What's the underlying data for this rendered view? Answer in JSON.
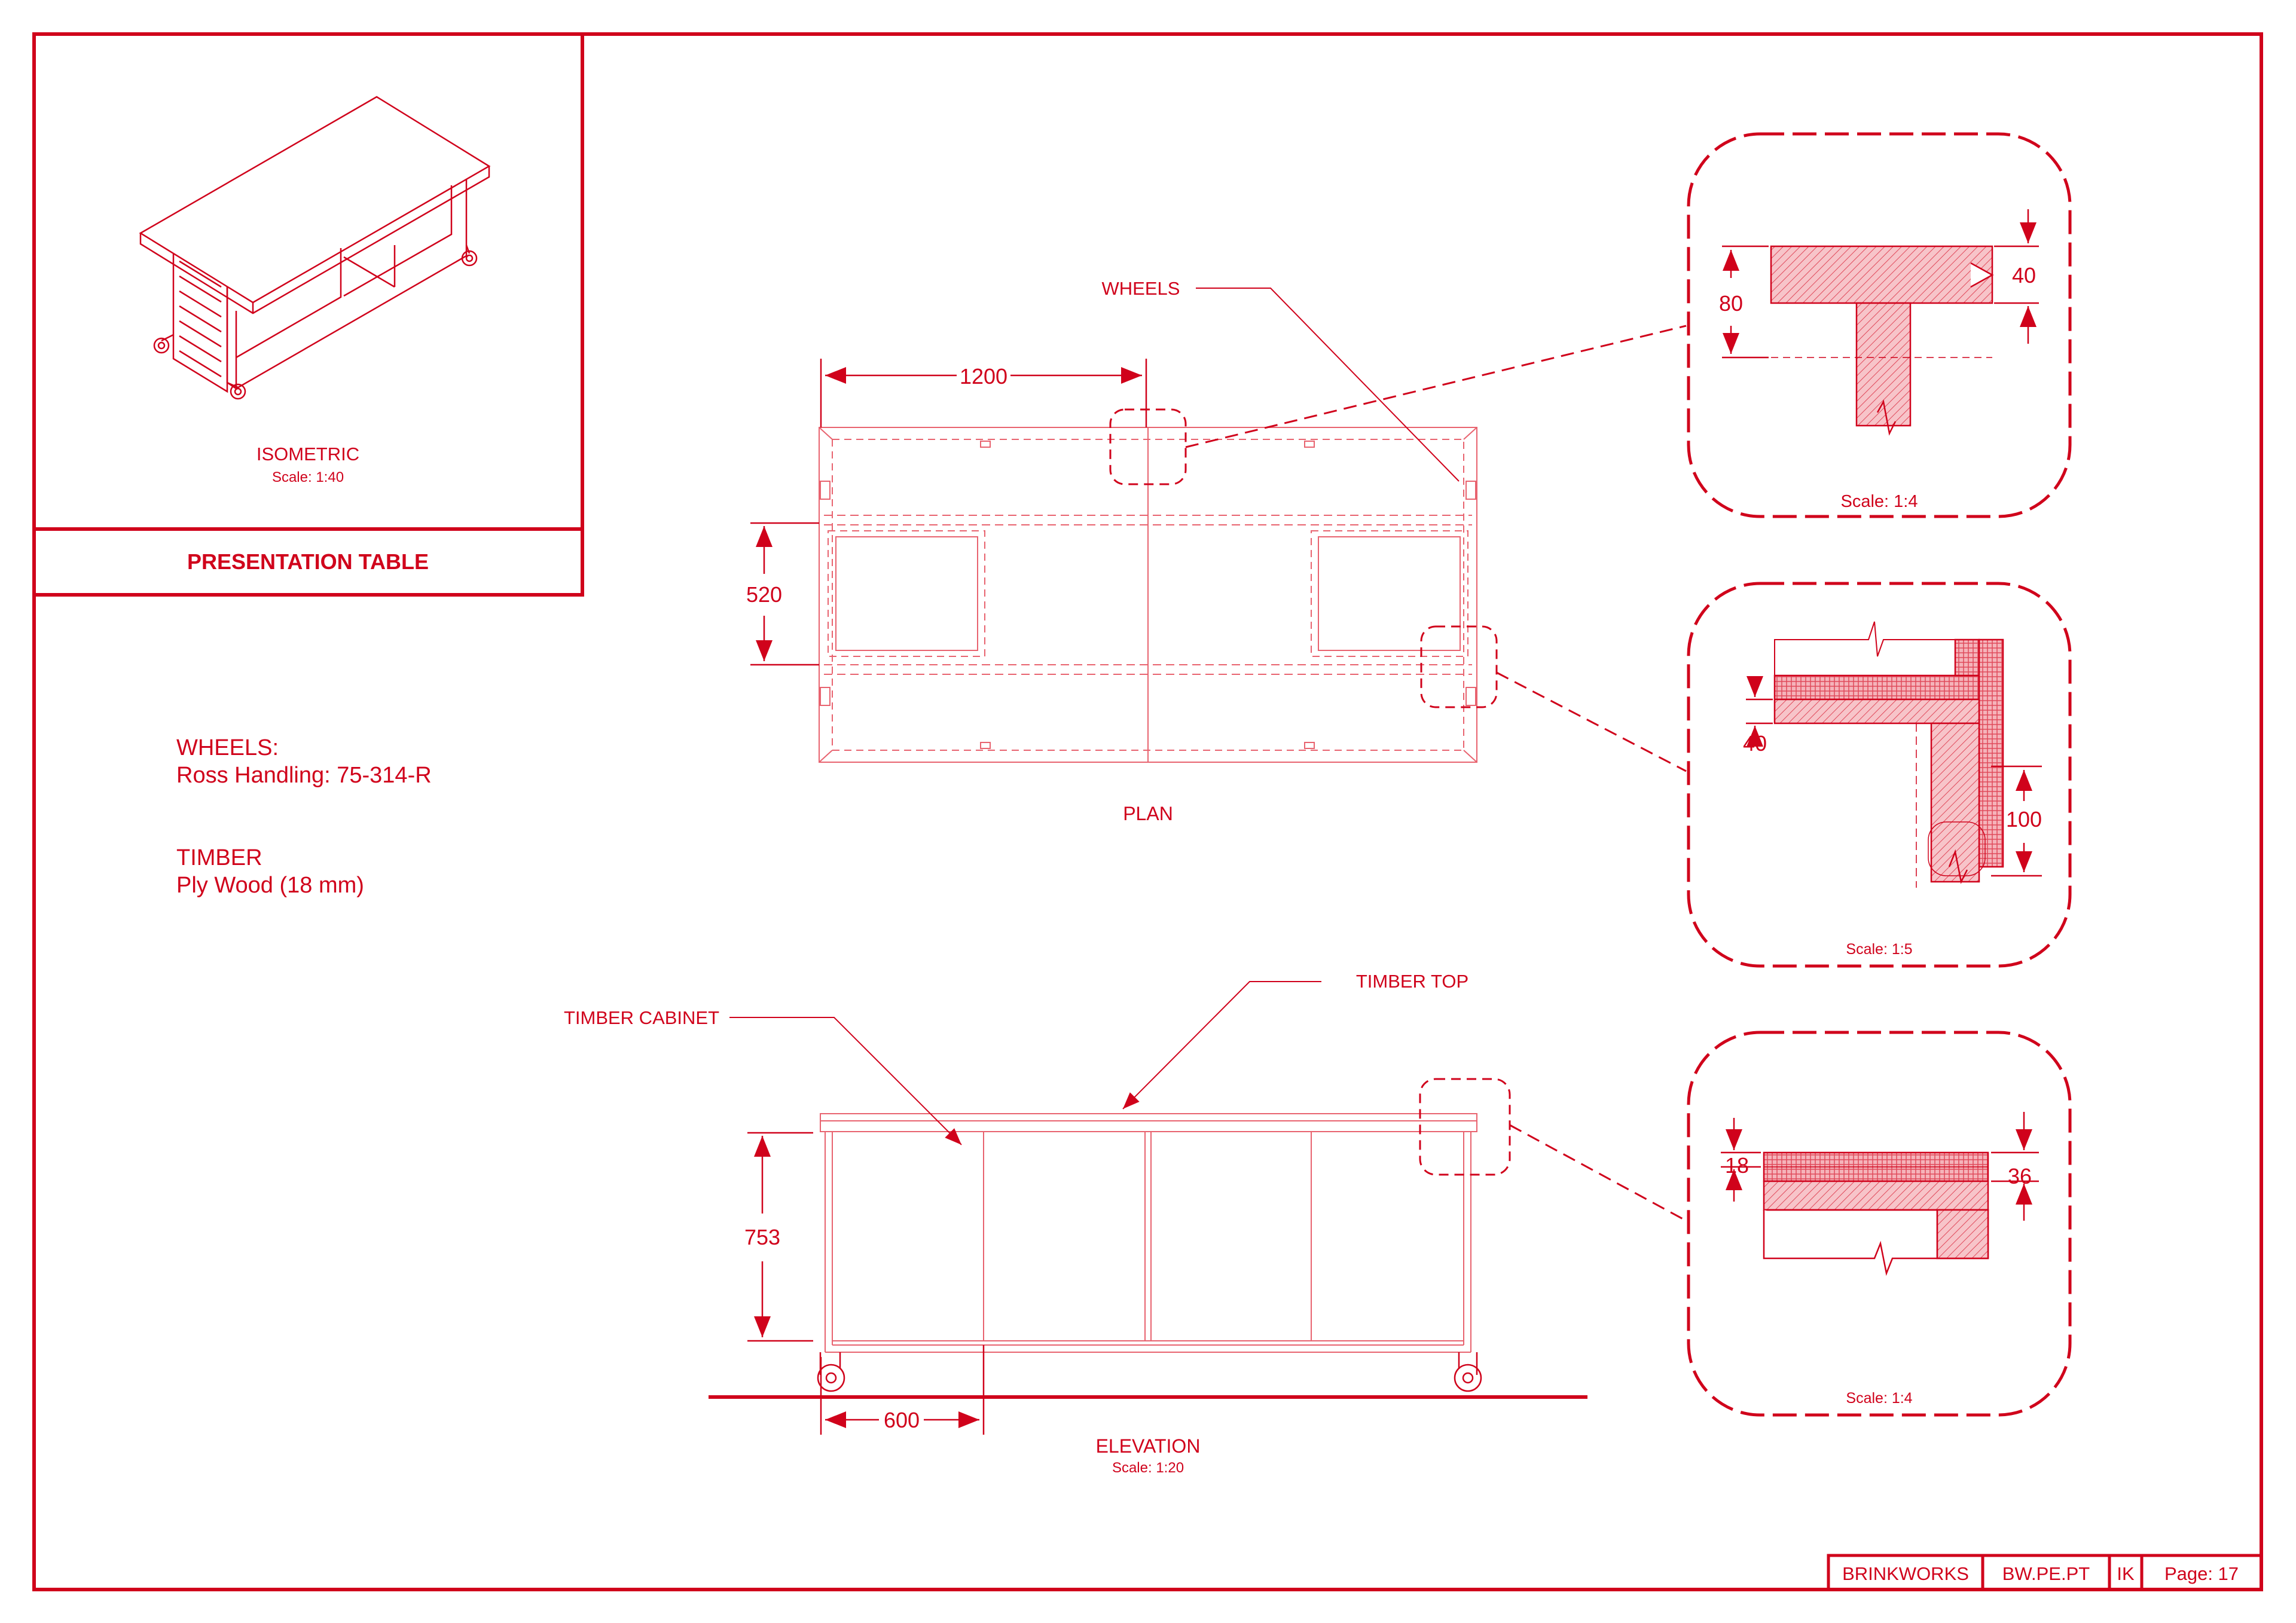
{
  "title": "PRESENTATION TABLE",
  "isometric": {
    "label": "ISOMETRIC",
    "scale": "Scale: 1:40"
  },
  "plan": {
    "label": "PLAN",
    "callout": "WHEELS",
    "dim_length": "1200",
    "dim_width": "520"
  },
  "elevation": {
    "label": "ELEVATION",
    "scale": "Scale: 1:20",
    "callout_top": "TIMBER TOP",
    "callout_cabinet": "TIMBER CABINET",
    "dim_height": "753",
    "dim_bay": "600"
  },
  "notes": {
    "wheels_heading": "WHEELS:",
    "wheels_value": "Ross Handling: 75-314-R",
    "timber_heading": "TIMBER",
    "timber_value": "Ply Wood (18 mm)"
  },
  "details": [
    {
      "scale": "Scale: 1:4",
      "dims": [
        "80",
        "40"
      ]
    },
    {
      "scale": "Scale: 1:5",
      "dims": [
        "40",
        "100"
      ]
    },
    {
      "scale": "Scale: 1:4",
      "dims": [
        "18",
        "36"
      ]
    }
  ],
  "title_block": {
    "company": "BRINKWORKS",
    "code": "BW.PE.PT",
    "initials": "IK",
    "page": "Page: 17"
  },
  "colors": {
    "line": "#d0021b",
    "hatch": "#f3a6ae"
  }
}
